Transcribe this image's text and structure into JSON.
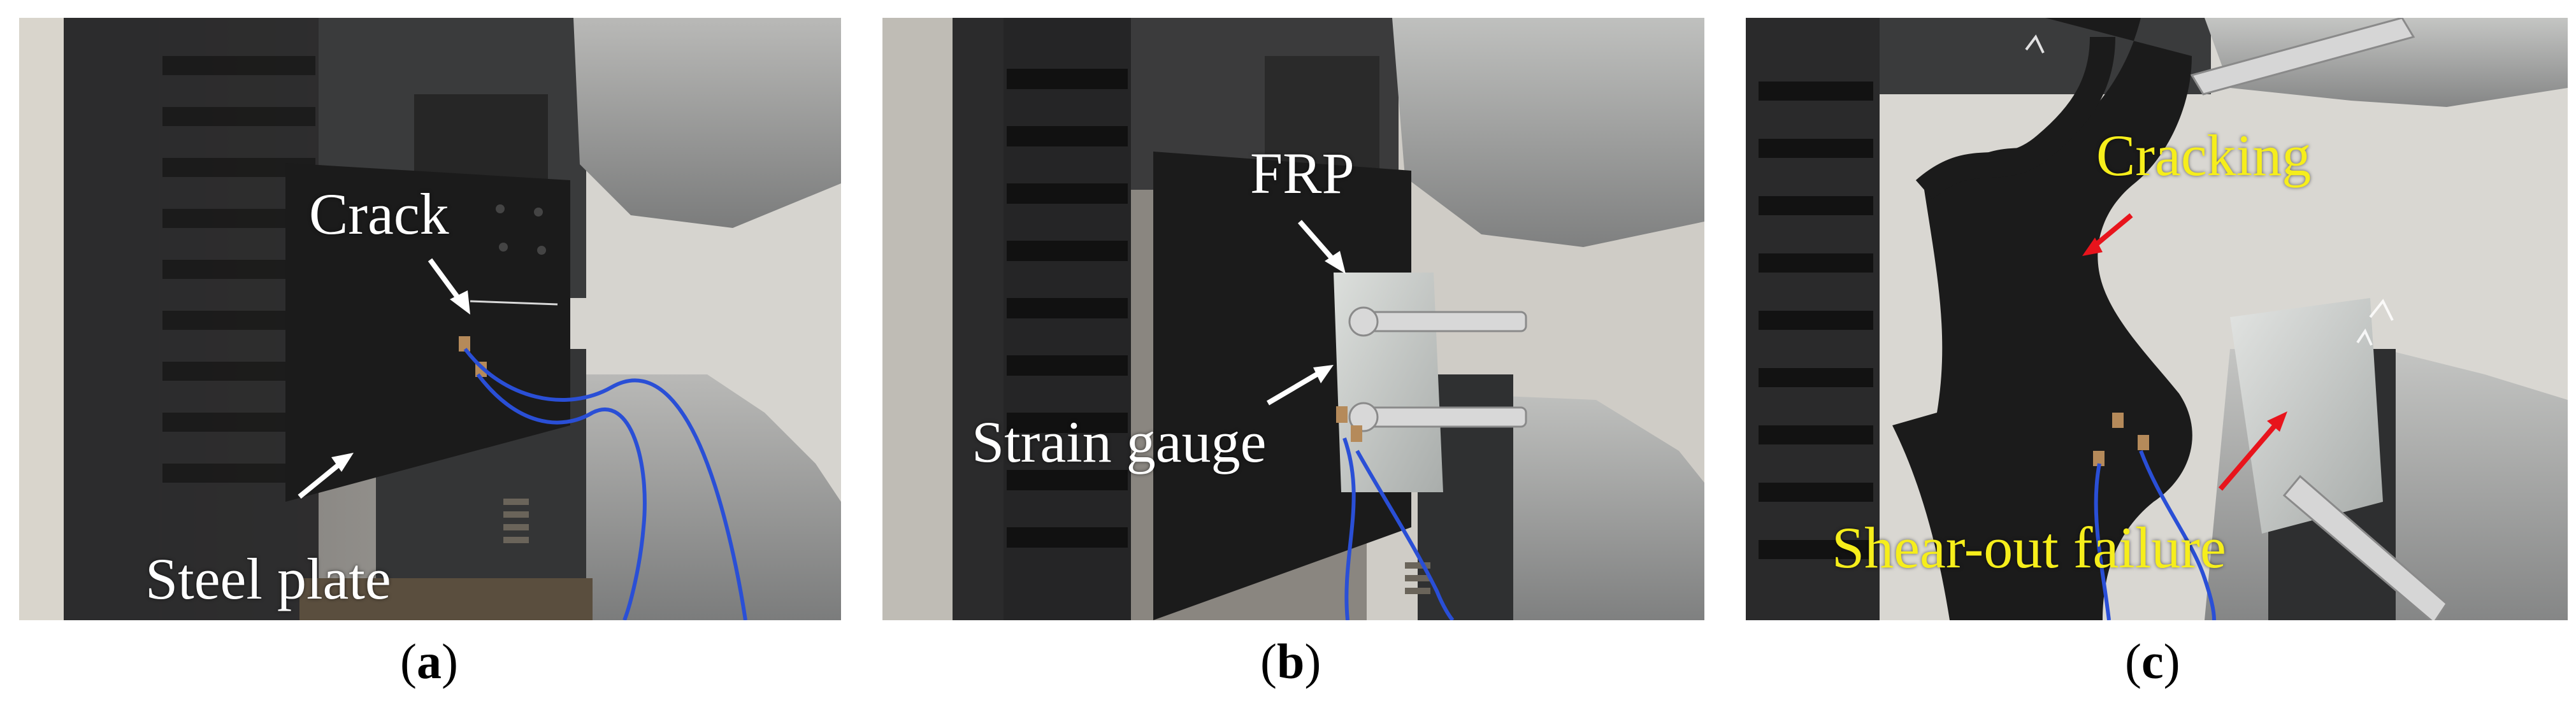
{
  "panels": [
    {
      "id": "a",
      "caption_letter": "a",
      "labels": {
        "crack": "Crack",
        "steel_plate": "Steel plate"
      }
    },
    {
      "id": "b",
      "caption_letter": "b",
      "labels": {
        "frp": "FRP",
        "strain_gauge": "Strain gauge"
      }
    },
    {
      "id": "c",
      "caption_letter": "c",
      "labels": {
        "cracking": "Cracking",
        "shear_out": "Shear-out failure"
      }
    }
  ],
  "colors": {
    "label_white": "#ffffff",
    "label_yellow": "#f6ee1b",
    "arrow_white": "#ffffff",
    "arrow_red": "#e8141c",
    "wire_blue": "#2a4fd6",
    "steel_plate": "#1b1b1b",
    "frp_plate": "#c9ccca",
    "machine_grey": "#8d8f90"
  },
  "caption_parens": {
    "open": "(",
    "close": ")"
  }
}
